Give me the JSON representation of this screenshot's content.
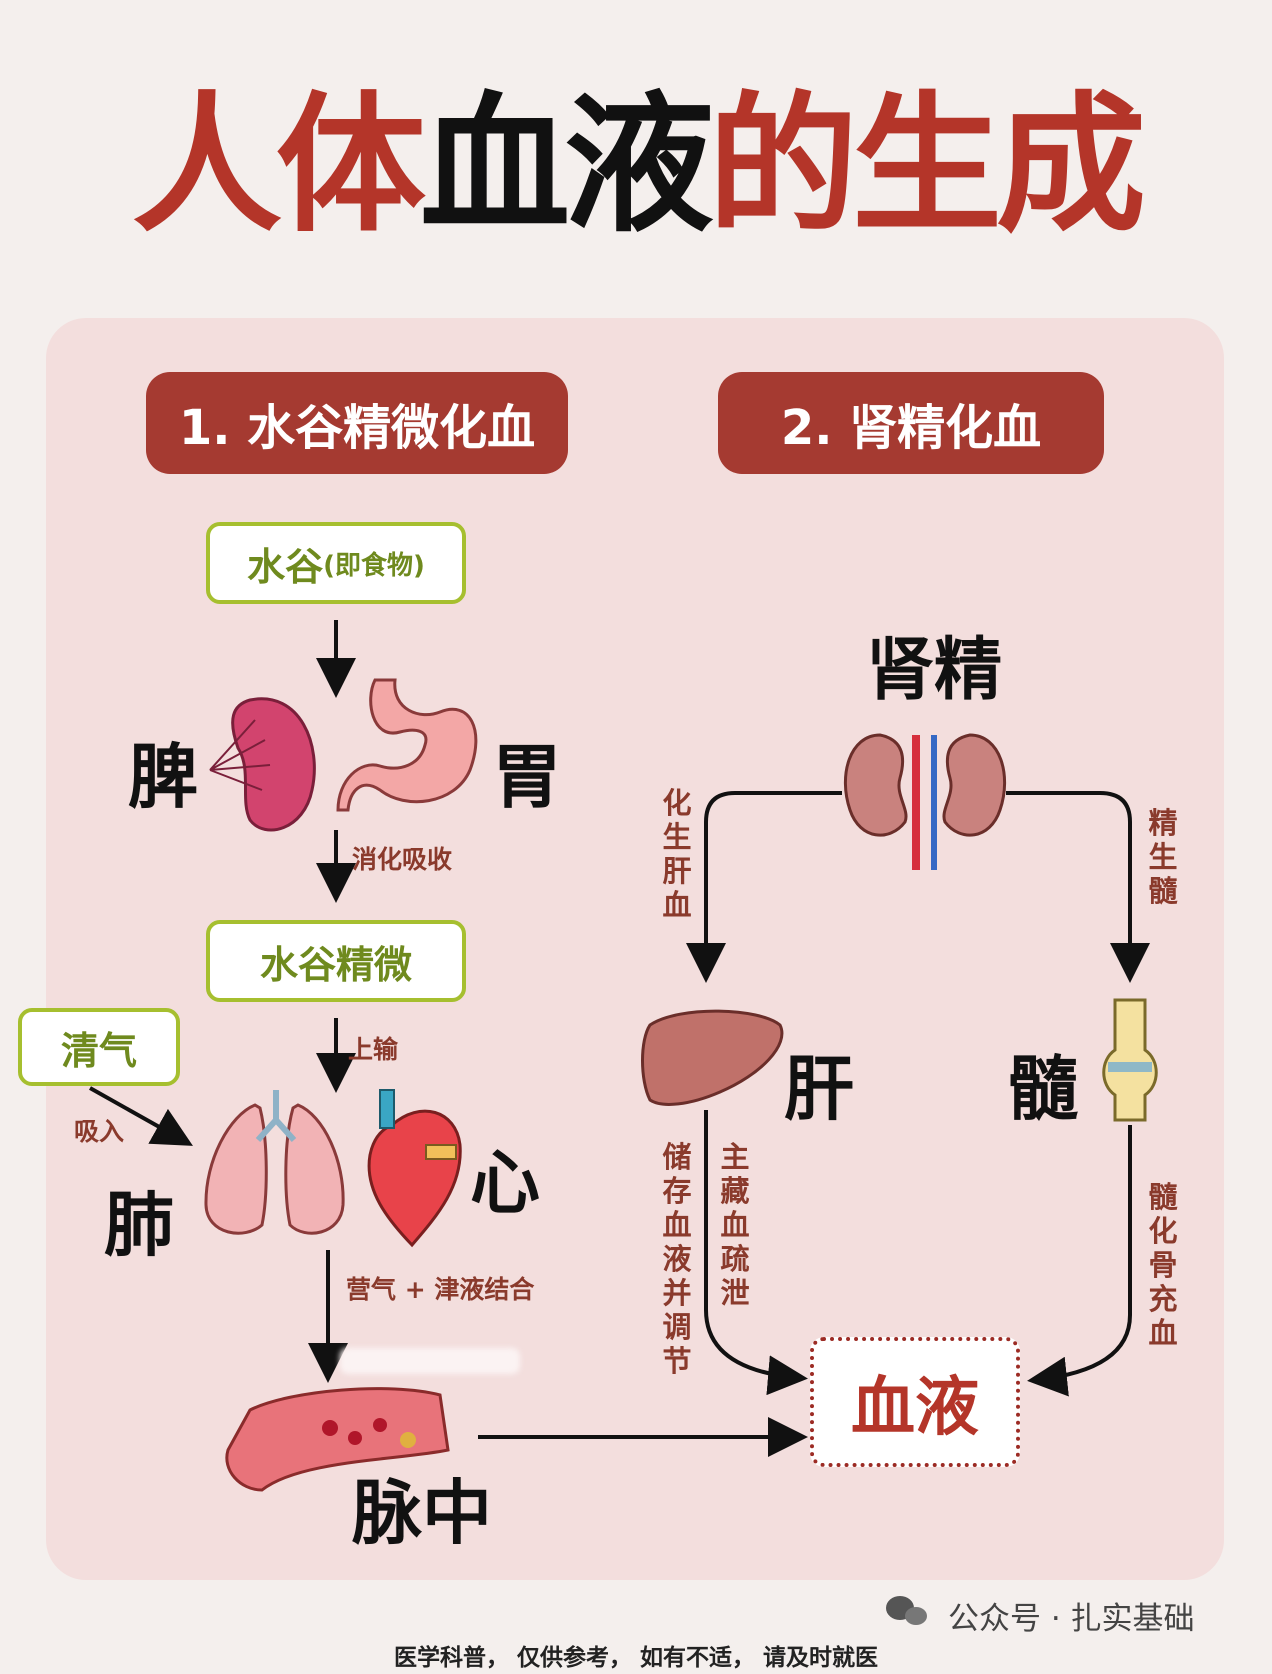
{
  "title": {
    "part1": "人体",
    "part2": "血液",
    "part3": "的生成"
  },
  "sections": {
    "left_header": "1. 水谷精微化血",
    "right_header": "2. 肾精化血"
  },
  "left": {
    "food_box": {
      "main": "水谷",
      "sub": "(即食物)"
    },
    "spleen": "脾",
    "stomach": "胃",
    "digest_label": "消化吸收",
    "essence_box": "水谷精微",
    "up_label": "上输",
    "qingqi_box": "清气",
    "inhale_label": "吸入",
    "lung": "肺",
    "heart": "心",
    "combine_label": "营气 + 津液结合",
    "vessel": "脉中"
  },
  "right": {
    "kidney_essence": "肾精",
    "left_arrow_label": "化生肝血",
    "right_arrow_label": "精生髓",
    "liver": "肝",
    "marrow": "髓",
    "liver_label1": "储存血液并调节",
    "liver_label2": "主藏血疏泄",
    "marrow_label": "髓化骨充血"
  },
  "blood_box": "血液",
  "footer": "医学科普，  仅供参考，  如有不适，  请及时就医",
  "watermark": "公众号 · 扎实基础",
  "colors": {
    "accent": "#a53a31",
    "green": "#a6bf2f",
    "panel": "#f3dedd"
  },
  "icons": [
    "spleen-icon",
    "stomach-icon",
    "lungs-icon",
    "heart-icon",
    "blood-vessel-icon",
    "kidneys-icon",
    "liver-icon",
    "bone-joint-icon",
    "wechat-icon"
  ]
}
